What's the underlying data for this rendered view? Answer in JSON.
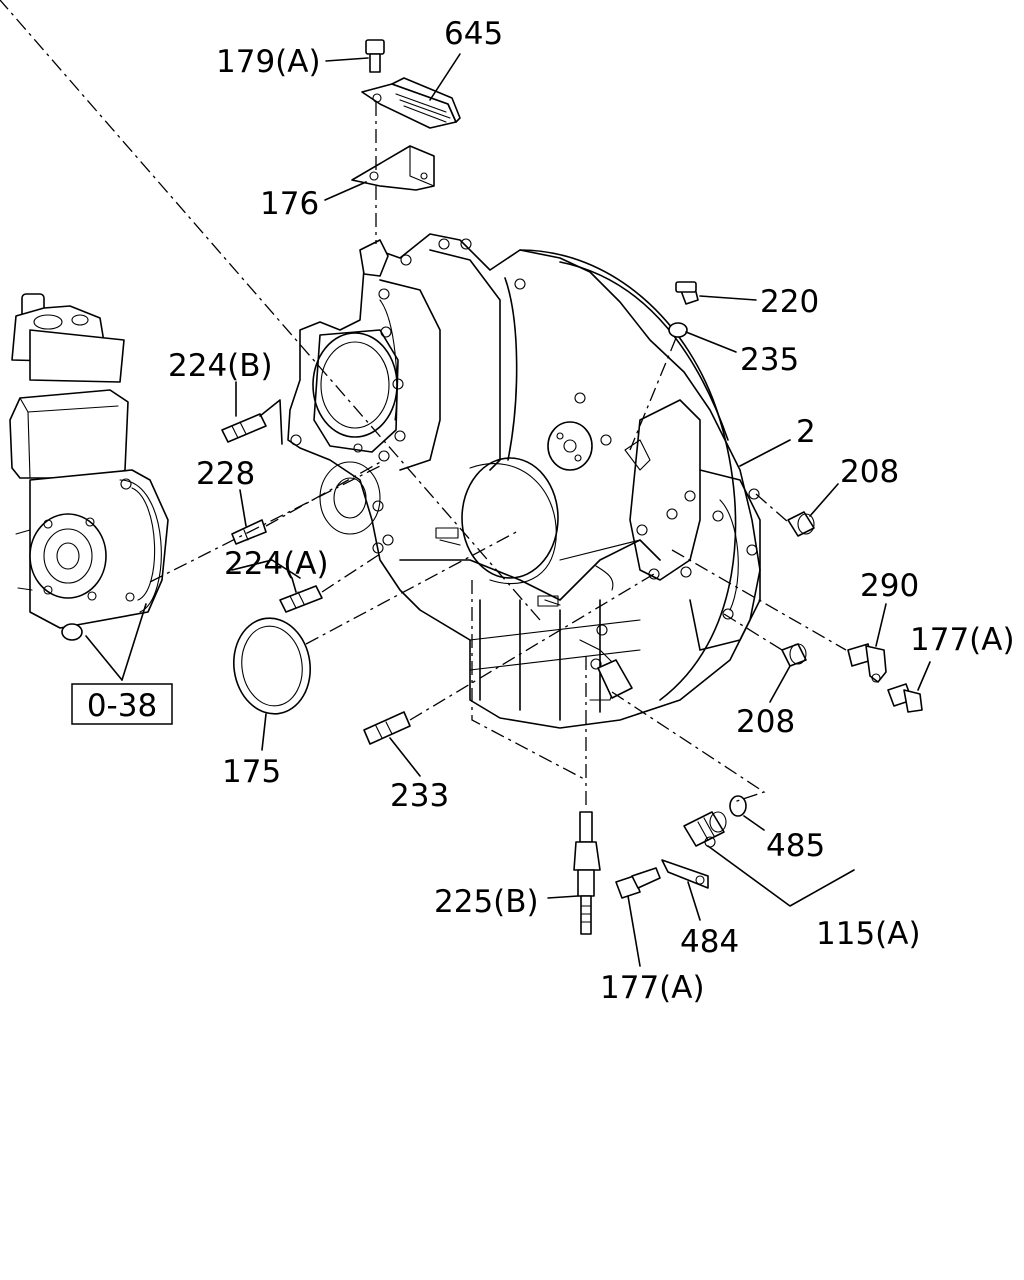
{
  "labels": {
    "l179a_top": "179(A)",
    "l645": "645",
    "l176": "176",
    "l220": "220",
    "l235": "235",
    "l224b": "224(B)",
    "l2": "2",
    "l228": "228",
    "l208_upper": "208",
    "l224a": "224(A)",
    "l290": "290",
    "l177a_right": "177(A)",
    "l208_lower": "208",
    "l175": "175",
    "l233": "233",
    "l485": "485",
    "l225b": "225(B)",
    "l115a": "115(A)",
    "l484": "484",
    "l177a_bottom": "177(A)"
  },
  "reference_box": "0-38"
}
